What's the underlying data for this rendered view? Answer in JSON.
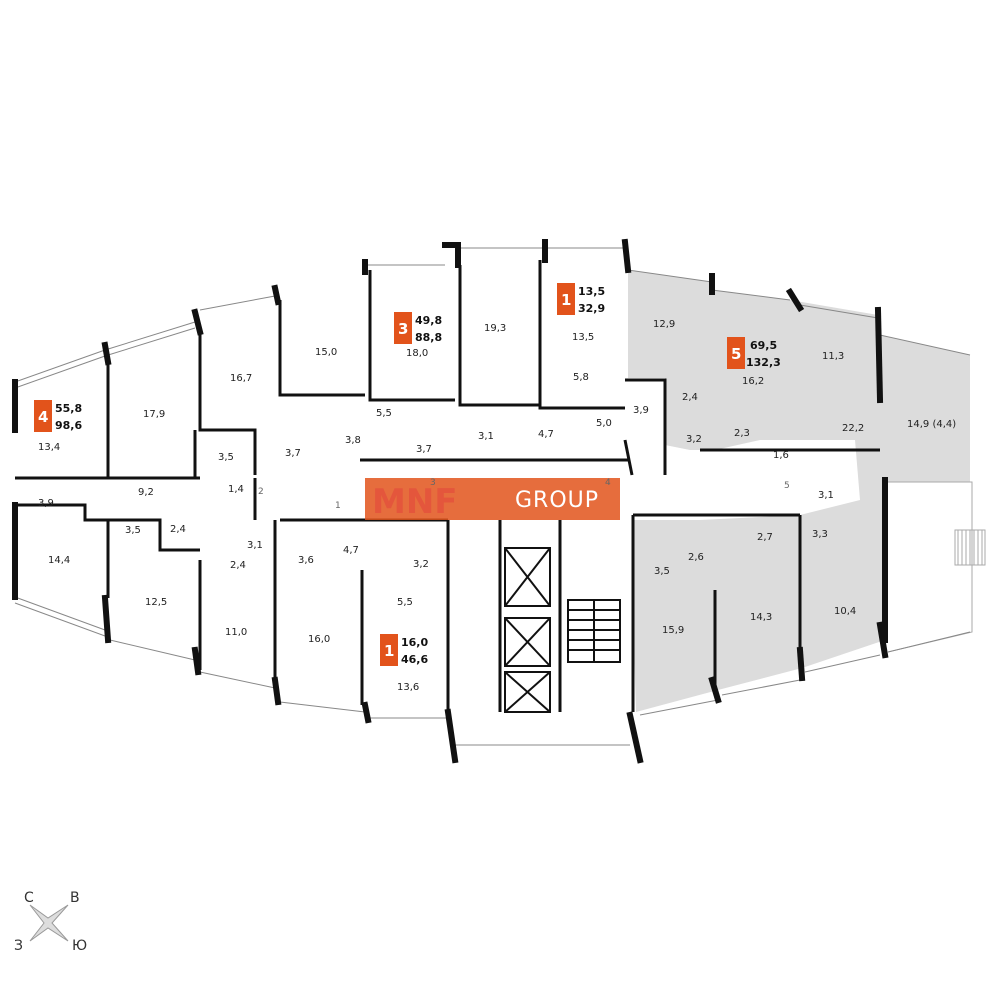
{
  "apartments": [
    {
      "rooms": "4",
      "living": "55,8",
      "total": "98,6"
    },
    {
      "rooms": "3",
      "living": "49,8",
      "total": "88,8"
    },
    {
      "rooms": "1",
      "living": "13,5",
      "total": "32,9"
    },
    {
      "rooms": "5",
      "living": "69,5",
      "total": "132,3"
    },
    {
      "rooms": "1",
      "living": "16,0",
      "total": "46,6"
    }
  ],
  "room_areas": [
    "13,4",
    "17,9",
    "3,9",
    "14,4",
    "9,2",
    "1,4",
    "3,5",
    "3,5",
    "2,4",
    "12,5",
    "3,1",
    "2,4",
    "11,0",
    "16,7",
    "15,0",
    "18,0",
    "19,3",
    "13,5",
    "5,8",
    "5,5",
    "3,8",
    "3,7",
    "3,7",
    "3,1",
    "4,7",
    "5,0",
    "3,9",
    "12,9",
    "16,2",
    "11,3",
    "2,4",
    "2,3",
    "3,2",
    "22,2",
    "14,9 (4,4)",
    "1,6",
    "3,1",
    "2,7",
    "3,3",
    "2,6",
    "3,5",
    "15,9",
    "14,3",
    "10,4",
    "3,6",
    "4,7",
    "3,2",
    "5,5",
    "16,0",
    "13,6"
  ],
  "door_markers": [
    "1",
    "2",
    "3",
    "4",
    "5"
  ],
  "compass": {
    "north": "С",
    "east": "В",
    "west": "З",
    "south": "Ю"
  },
  "watermark": {
    "mark": "MNF",
    "text": "GROUP"
  },
  "colors": {
    "accent": "#e2531b",
    "highlight_fill": "#dcdcdc",
    "wall": "#111111"
  }
}
